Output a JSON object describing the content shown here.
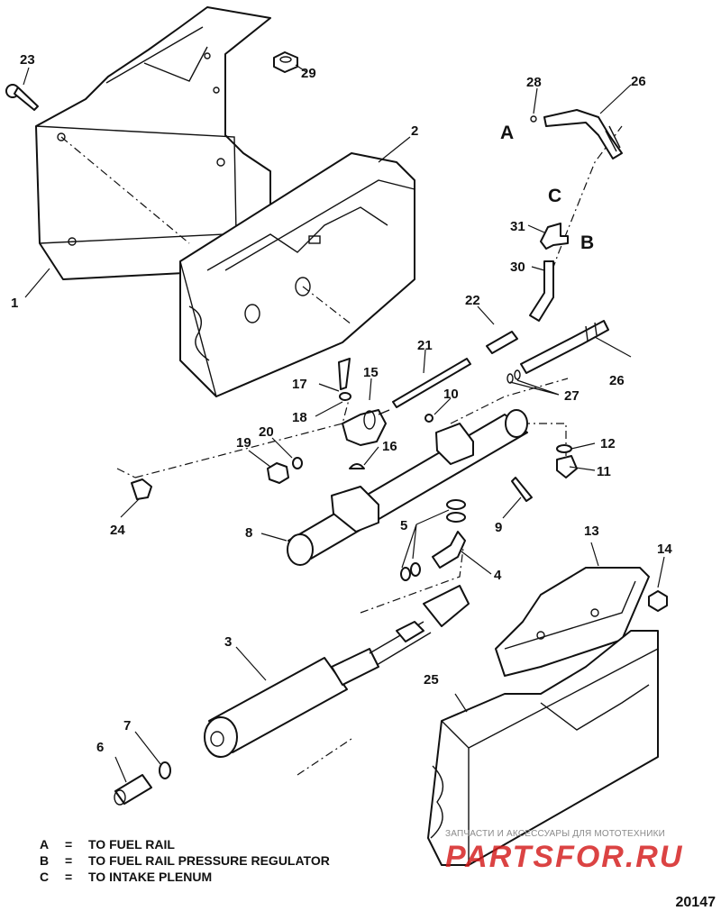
{
  "callouts": {
    "c1": "1",
    "c2": "2",
    "c3": "3",
    "c4": "4",
    "c5": "5",
    "c6": "6",
    "c7": "7",
    "c8": "8",
    "c9": "9",
    "c10": "10",
    "c11": "11",
    "c12": "12",
    "c13": "13",
    "c14": "14",
    "c15": "15",
    "c16": "16",
    "c17": "17",
    "c18": "18",
    "c19": "19",
    "c20": "20",
    "c21": "21",
    "c22": "22",
    "c23": "23",
    "c24": "24",
    "c25": "25",
    "c26a": "26",
    "c26b": "26",
    "c27": "27",
    "c28": "28",
    "c29": "29",
    "c30": "30",
    "c31": "31"
  },
  "flow_letters": {
    "a": "A",
    "b": "B",
    "c": "C"
  },
  "legend": [
    {
      "key": "A",
      "eq": "=",
      "text": "TO FUEL RAIL"
    },
    {
      "key": "B",
      "eq": "=",
      "text": "TO FUEL RAIL PRESSURE REGULATOR"
    },
    {
      "key": "C",
      "eq": "=",
      "text": "TO INTAKE PLENUM"
    }
  ],
  "doc_number": "20147",
  "watermark": {
    "tagline": "ЗАПЧАСТИ И АКСЕССУАРЫ ДЛЯ МОТОТЕХНИКИ",
    "brand": "PARTSFOR.RU"
  },
  "colors": {
    "line": "#111111",
    "watermark_brand": "#d41b1b",
    "watermark_text": "#8a8a8a"
  }
}
